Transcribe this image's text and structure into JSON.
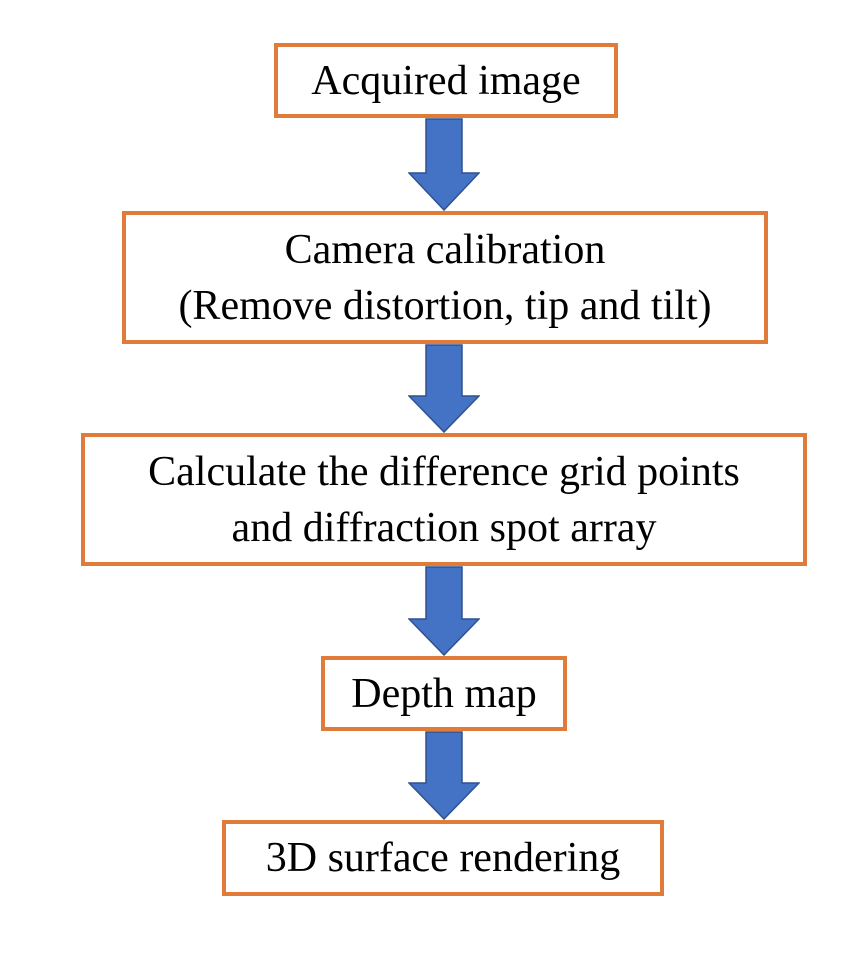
{
  "flowchart": {
    "arrow_color": "#4472c4",
    "arrow_stroke": "#2f528f",
    "box_border_color": "#e07b39",
    "steps": [
      {
        "lines": [
          "Acquired image"
        ]
      },
      {
        "lines": [
          "Camera calibration",
          "(Remove distortion, tip and tilt)"
        ]
      },
      {
        "lines": [
          "Calculate the difference grid points",
          "and diffraction spot array"
        ]
      },
      {
        "lines": [
          "Depth map"
        ]
      },
      {
        "lines": [
          "3D surface rendering"
        ]
      }
    ]
  }
}
